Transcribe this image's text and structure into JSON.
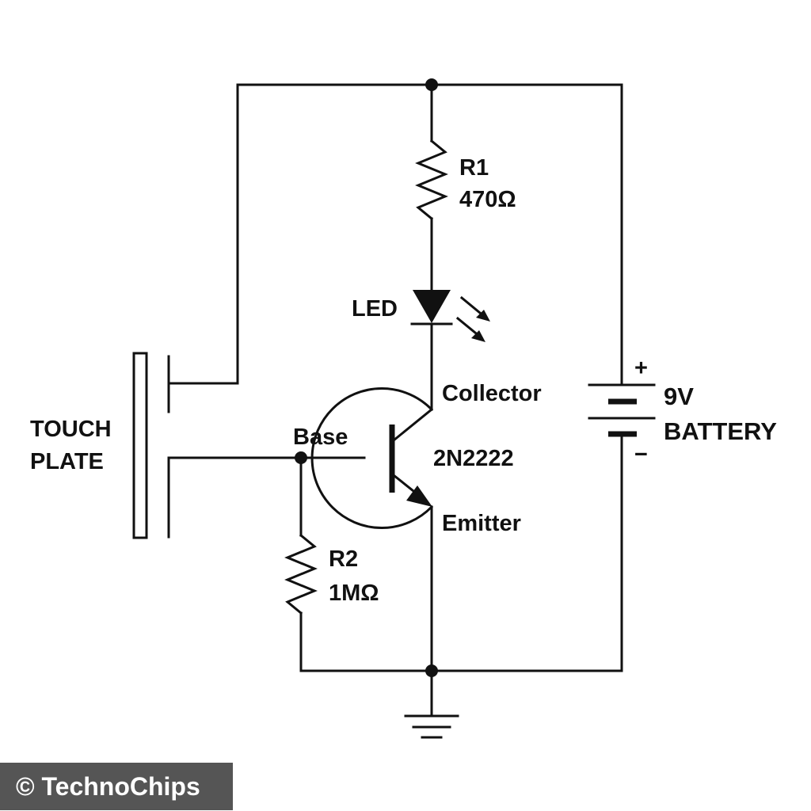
{
  "components": {
    "r1": {
      "name": "R1",
      "value": "470Ω"
    },
    "r2": {
      "name": "R2",
      "value": "1MΩ"
    },
    "led": {
      "label": "LED"
    },
    "transistor": {
      "model": "2N2222",
      "base_label": "Base",
      "collector_label": "Collector",
      "emitter_label": "Emitter"
    },
    "battery": {
      "voltage": "9V",
      "label": "BATTERY",
      "plus": "+",
      "minus": "−"
    },
    "touch_plate": {
      "line1": "TOUCH",
      "line2": "PLATE"
    }
  },
  "watermark": {
    "text": "© TechnoChips"
  },
  "colors": {
    "ink": "#111111",
    "watermark_bg": "#555555",
    "watermark_text": "#ffffff",
    "background": "#ffffff"
  }
}
